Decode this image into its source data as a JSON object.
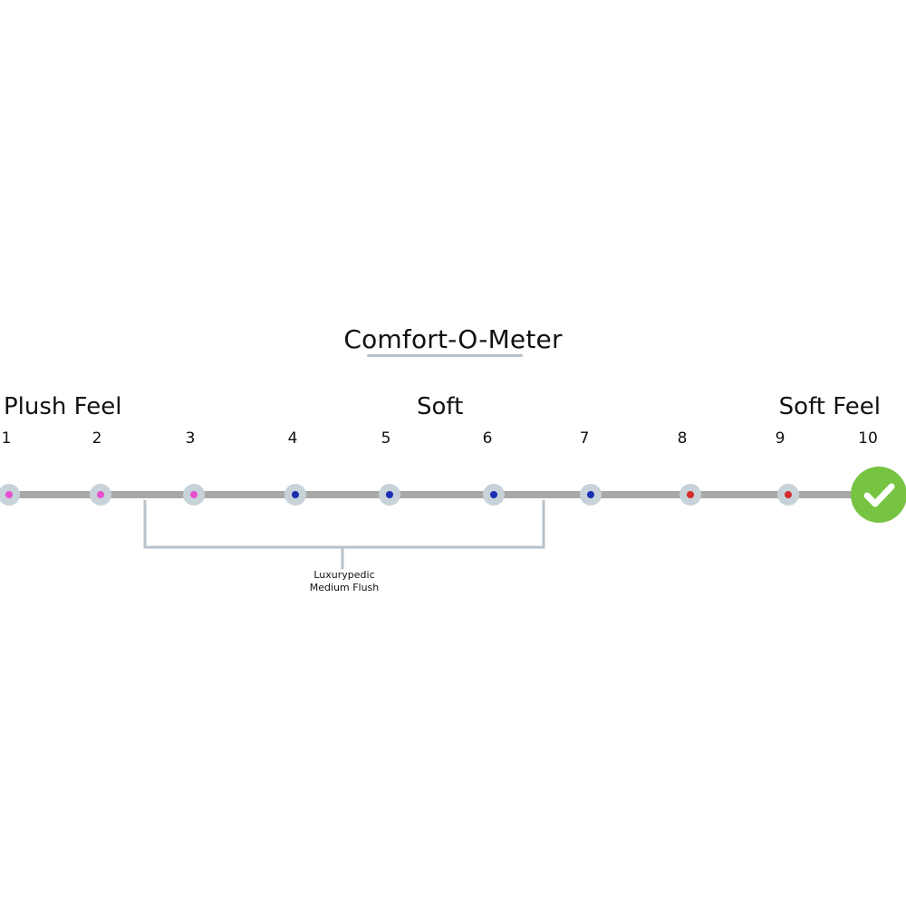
{
  "title": "Comfort-O-Meter",
  "scale": {
    "left_label": "Plush Feel",
    "center_label": "Soft",
    "right_label": "Soft Feel",
    "numbers": [
      "1",
      "2",
      "3",
      "4",
      "5",
      "6",
      "7",
      "8",
      "9",
      "10"
    ],
    "selected_value": 10,
    "range_note_line1": "Luxurypedic",
    "range_note_line2": "Medium Flush",
    "range_note_from": 2.5,
    "range_note_to": 6.5
  },
  "colors": {
    "pink_dot": "#e64fd0",
    "blue_dot": "#1c2fb2",
    "red_dot": "#d62d2d",
    "check_badge": "#76c442",
    "track": "#a8a8a8",
    "node_ring": "#c8d2d9",
    "bracket": "#b7c2cb"
  },
  "icons": {
    "selected_marker": "check-icon"
  }
}
